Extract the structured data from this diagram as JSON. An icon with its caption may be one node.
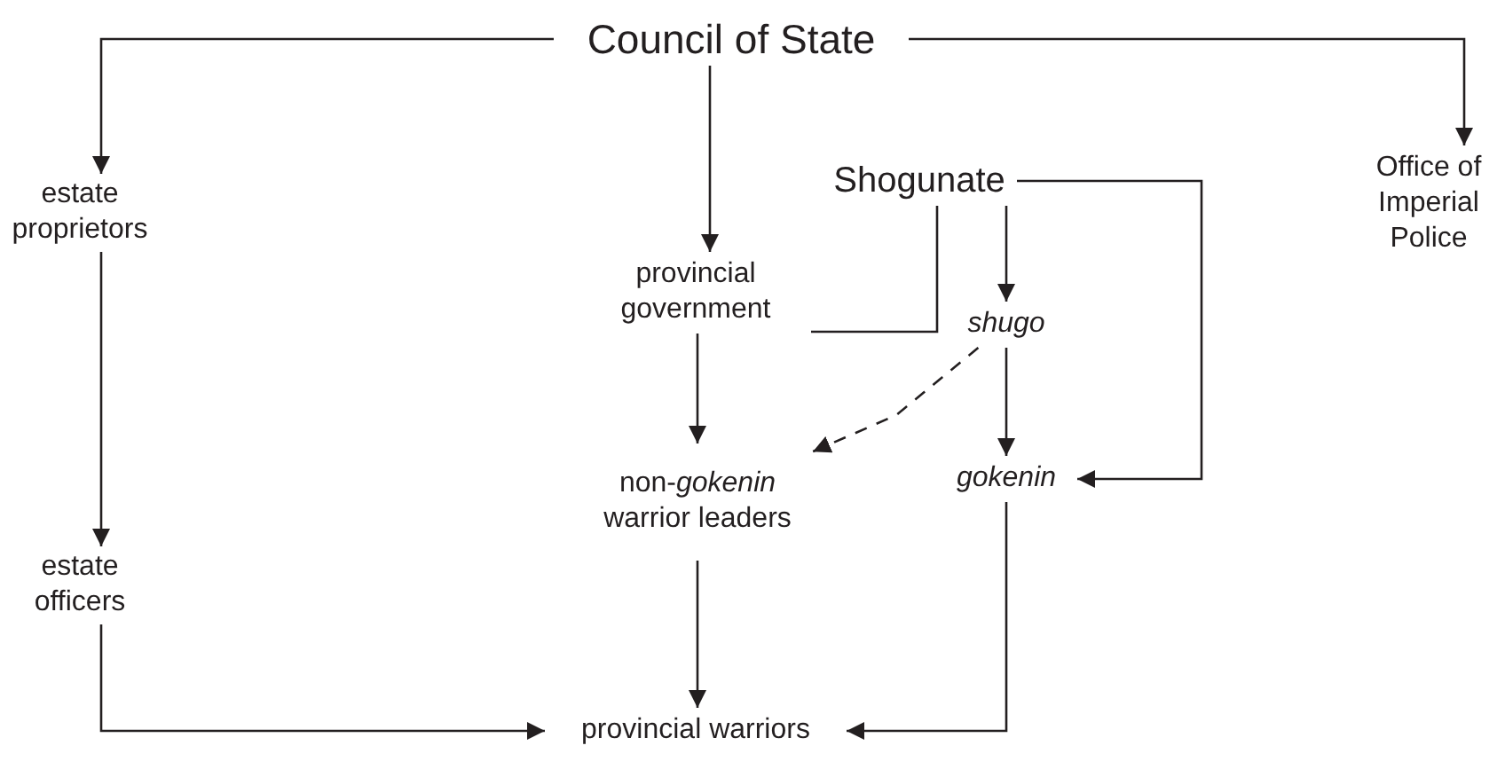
{
  "diagram": {
    "nodes": [
      {
        "text": [
          "Council of State"
        ]
      },
      {
        "text": [
          "estate proprietors"
        ]
      },
      {
        "text": [
          "Office of Imperial Police"
        ]
      },
      {
        "text": [
          "Shogunate"
        ]
      },
      {
        "text": [
          "provincial government"
        ]
      },
      {
        "text": [
          "shugo"
        ]
      },
      {
        "text": [
          "non-*gokenin* warrior leaders"
        ]
      },
      {
        "text": [
          "gokenin"
        ]
      },
      {
        "text": [
          "estate officers"
        ]
      },
      {
        "text": [
          "provincial warriors"
        ]
      }
    ],
    "edges": [
      {
        "from": 0,
        "to": 1,
        "arrow": "to"
      },
      {
        "from": 0,
        "to": 4,
        "arrow": "to"
      },
      {
        "from": 0,
        "to": 2,
        "arrow": "to"
      },
      {
        "from": 3,
        "to": 4,
        "arrow": "none"
      },
      {
        "from": 3,
        "to": 5,
        "arrow": "to"
      },
      {
        "from": 3,
        "to": 7,
        "arrow": "to"
      },
      {
        "from": 4,
        "to": 6,
        "arrow": "to"
      },
      {
        "from": 5,
        "to": 6,
        "arrow": "to",
        "style": "dashed"
      },
      {
        "from": 5,
        "to": 7,
        "arrow": "to"
      },
      {
        "from": 1,
        "to": 8,
        "arrow": "to"
      },
      {
        "from": 8,
        "to": 9,
        "arrow": "to"
      },
      {
        "from": 6,
        "to": 9,
        "arrow": "to"
      },
      {
        "from": 7,
        "to": 9,
        "arrow": "to"
      }
    ]
  }
}
